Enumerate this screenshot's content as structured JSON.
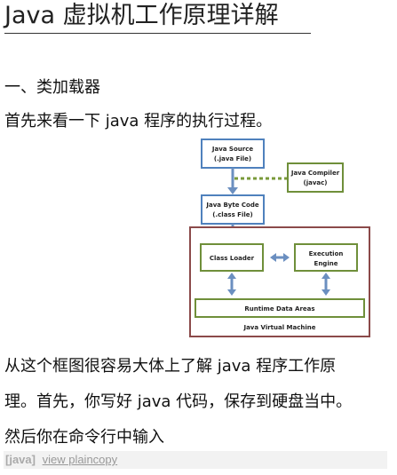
{
  "article": {
    "title": "Java 虚拟机工作原理详解",
    "section_heading": "一、类加载器",
    "intro": "首先来看一下 java 程序的执行过程。",
    "para_lines": [
      "从这个框图很容易大体上了解 java 程序工作原",
      "理。首先，你写好 java 代码，保存到硬盘当中。",
      "然后你在命令行中输入"
    ]
  },
  "diagram": {
    "java_source": [
      "Java Source",
      "(.java File)"
    ],
    "java_compiler": [
      "Java Compiler",
      "(javac)"
    ],
    "byte_code": [
      "Java Byte Code",
      "(.class File)"
    ],
    "class_loader": "Class Loader",
    "execution_engine": [
      "Execution",
      "Engine"
    ],
    "runtime_data_areas": "Runtime Data Areas",
    "jvm_label": "Java Virtual Machine",
    "colors": {
      "box_border": "#4f81bd",
      "jvm_border": "#8b4a4a",
      "inner_border": "#6f8f3a",
      "arrow": "#6b8fc0",
      "dashed": "#7a9a3a"
    }
  },
  "code_bar": {
    "lang": "[java]",
    "link": "view plaincopy"
  }
}
